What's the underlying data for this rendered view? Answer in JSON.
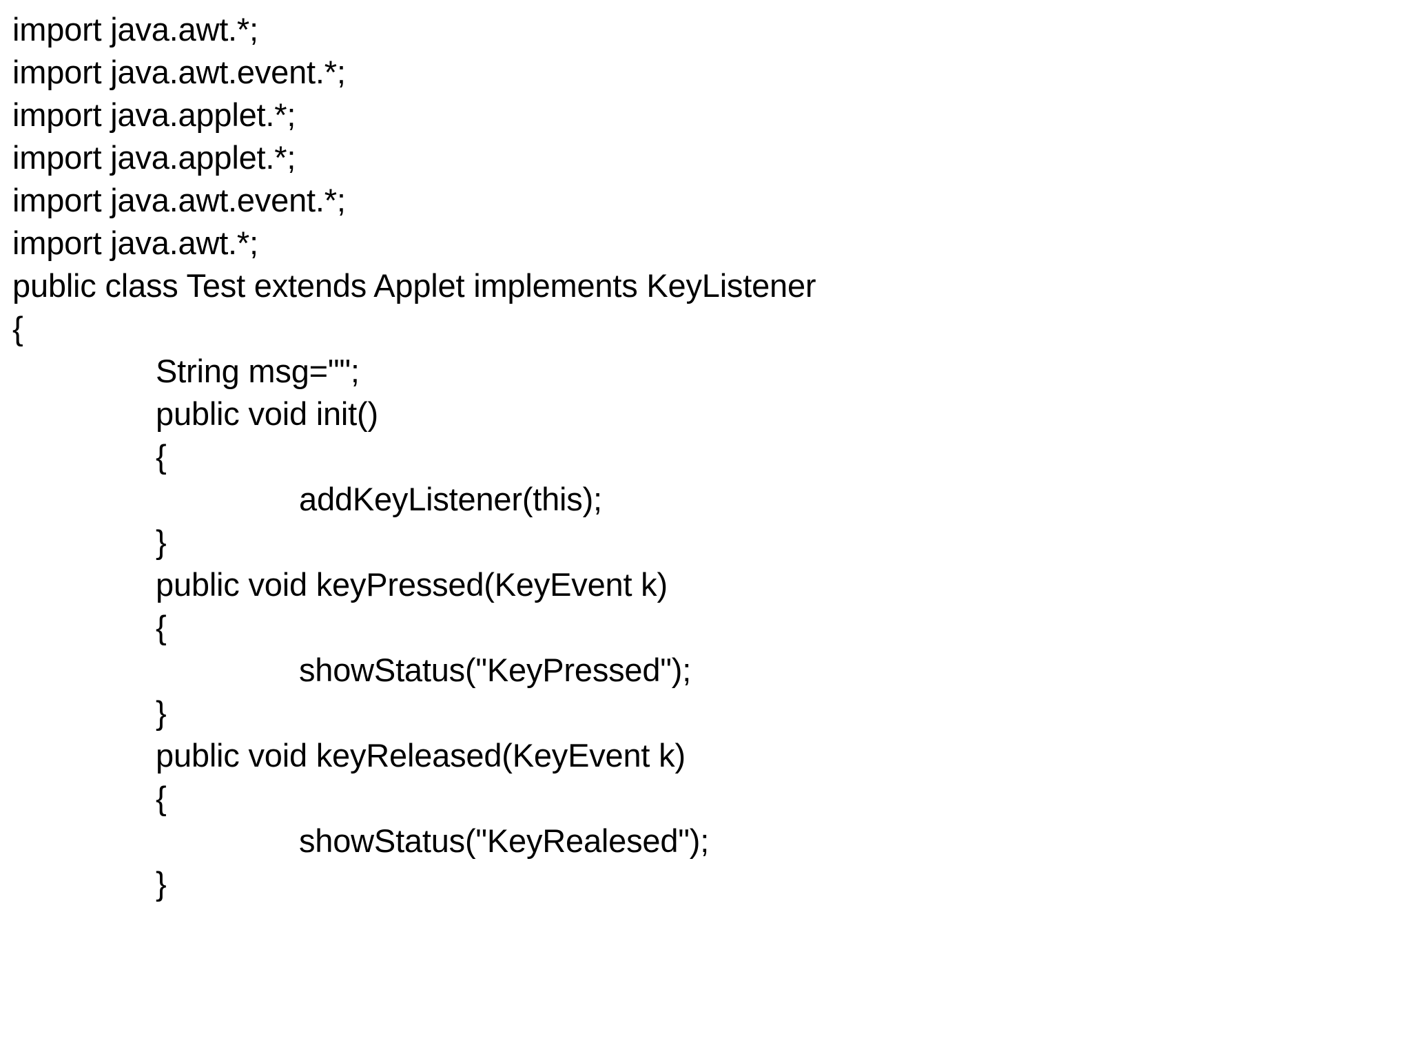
{
  "slide": {
    "kind": "code-listing-slide",
    "language": "Java",
    "background_color": "#ffffff",
    "text_color": "#000000"
  },
  "code": {
    "lines": [
      {
        "indent": 0,
        "text": "import java.awt.*;"
      },
      {
        "indent": 0,
        "text": "import java.awt.event.*;"
      },
      {
        "indent": 0,
        "text": "import java.applet.*;"
      },
      {
        "indent": 0,
        "text": "import java.applet.*;"
      },
      {
        "indent": 0,
        "text": "import java.awt.event.*;"
      },
      {
        "indent": 0,
        "text": "import java.awt.*;"
      },
      {
        "indent": 0,
        "text": "public class Test extends Applet implements KeyListener"
      },
      {
        "indent": 0,
        "text": "{"
      },
      {
        "indent": 1,
        "text": "String msg=\"\";"
      },
      {
        "indent": 1,
        "text": "public void init()"
      },
      {
        "indent": 1,
        "text": "{"
      },
      {
        "indent": 2,
        "text": "addKeyListener(this);"
      },
      {
        "indent": 1,
        "text": "}"
      },
      {
        "indent": 1,
        "text": "public void keyPressed(KeyEvent k)"
      },
      {
        "indent": 1,
        "text": "{"
      },
      {
        "indent": 2,
        "text": "showStatus(\"KeyPressed\");"
      },
      {
        "indent": 1,
        "text": "}"
      },
      {
        "indent": 1,
        "text": "public void keyReleased(KeyEvent k)"
      },
      {
        "indent": 1,
        "text": "{"
      },
      {
        "indent": 2,
        "text": "showStatus(\"KeyRealesed\");"
      },
      {
        "indent": 1,
        "text": "}"
      }
    ]
  }
}
